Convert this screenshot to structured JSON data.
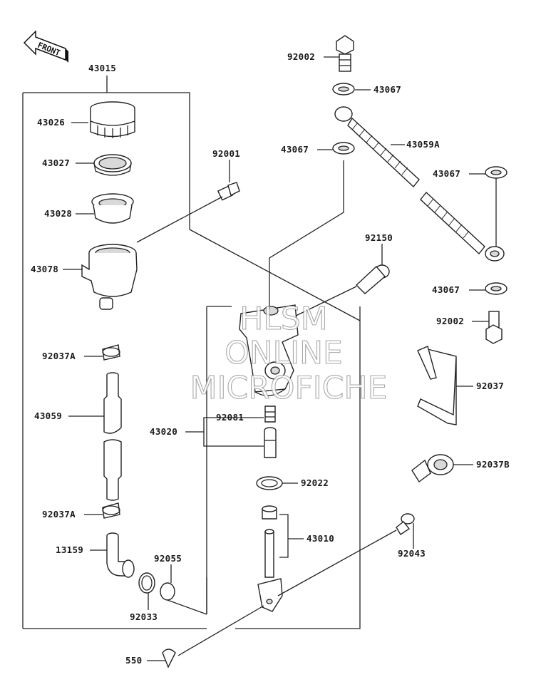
{
  "diagram": {
    "front_label": "FRONT",
    "watermark": [
      "HLSM",
      "ONLINE",
      "MICROFICHE"
    ],
    "parts": {
      "p43015": "43015",
      "p43026": "43026",
      "p43027": "43027",
      "p43028": "43028",
      "p43078": "43078",
      "p92037A_1": "92037A",
      "p43059": "43059",
      "p92037A_2": "92037A",
      "p13159": "13159",
      "p92055": "92055",
      "p92033": "92033",
      "p550": "550",
      "p92001": "92001",
      "p92002_top": "92002",
      "p43067_1": "43067",
      "p43059A": "43059A",
      "p43067_2": "43067",
      "p43067_3": "43067",
      "p92150": "92150",
      "p43067_4": "43067",
      "p92002_2": "92002",
      "p92037": "92037",
      "p43020": "43020",
      "p92081": "92081",
      "p92022": "92022",
      "p43010": "43010",
      "p92037B": "92037B",
      "p92043": "92043"
    }
  }
}
